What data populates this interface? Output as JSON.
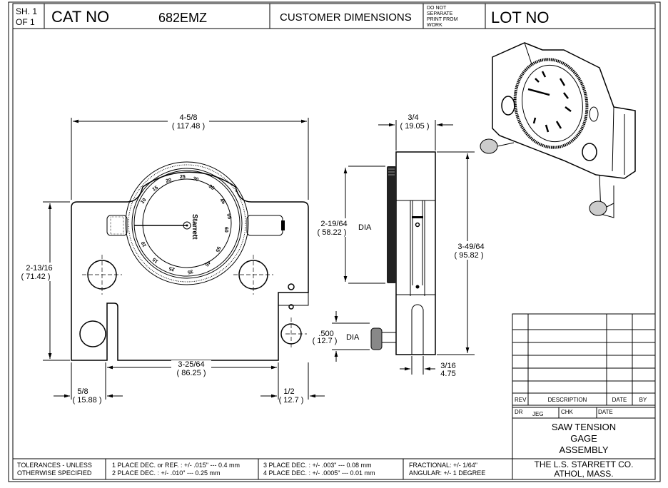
{
  "header": {
    "sheet": "SH. 1",
    "of": "OF  1",
    "cat_no_label": "CAT NO",
    "cat_no": "682EMZ",
    "customer_dimensions": "CUSTOMER DIMENSIONS",
    "do_not_separate": [
      "DO NOT",
      "SEPARATE",
      "PRINT FROM",
      "WORK"
    ],
    "lot_no_label": "LOT NO"
  },
  "dimensions": {
    "overall_width": "4-5/8",
    "overall_width_mm": "( 117.48 )",
    "height": "2-13/16",
    "height_mm": "( 71.42 )",
    "inner_width": "3-25/64",
    "inner_width_mm": "( 86.25 )",
    "left_leg": "5/8",
    "left_leg_mm": "( 15.88 )",
    "right_leg": "1/2",
    "right_leg_mm": "( 12.7 )",
    "side_thickness": "3/4",
    "side_thickness_mm": "( 19.05 )",
    "dial_dia": "2-19/64",
    "dial_dia_mm": "( 58.22 )",
    "dia_label": "DIA",
    "side_height": "3-49/64",
    "side_height_mm": "( 95.82 )",
    "knob_dia": ".500",
    "knob_dia_mm": "( 12.7 )",
    "slot": "3/16",
    "slot_mm": "4.75"
  },
  "title_block": {
    "rev": "REV",
    "description": "DESCRIPTION",
    "date": "DATE",
    "by": "BY",
    "dr_label": "DR",
    "dr_value": "JEG",
    "chk_label": "CHK",
    "date_label": "DATE",
    "title": [
      "SAW TENSION",
      "GAGE",
      "ASSEMBLY"
    ],
    "company": "THE L.S. STARRETT CO.",
    "location": "ATHOL, MASS."
  },
  "tolerances": {
    "label": [
      "TOLERANCES - UNLESS",
      "OTHERWISE SPECIFIED"
    ],
    "place1": "1 PLACE DEC. or REF. :  +/- .015\" --- 0.4 mm",
    "place2": "2 PLACE DEC. :  +/- .010\" --- 0.25 mm",
    "place3": "3 PLACE DEC. :  +/- .003\" --- 0.08 mm",
    "place4": "4 PLACE DEC. :  +/- .0005\" --- 0.01 mm",
    "fractional": "FRACTIONAL: +/- 1/64\"",
    "angular": "ANGULAR:  +/- 1 DEGREE"
  }
}
